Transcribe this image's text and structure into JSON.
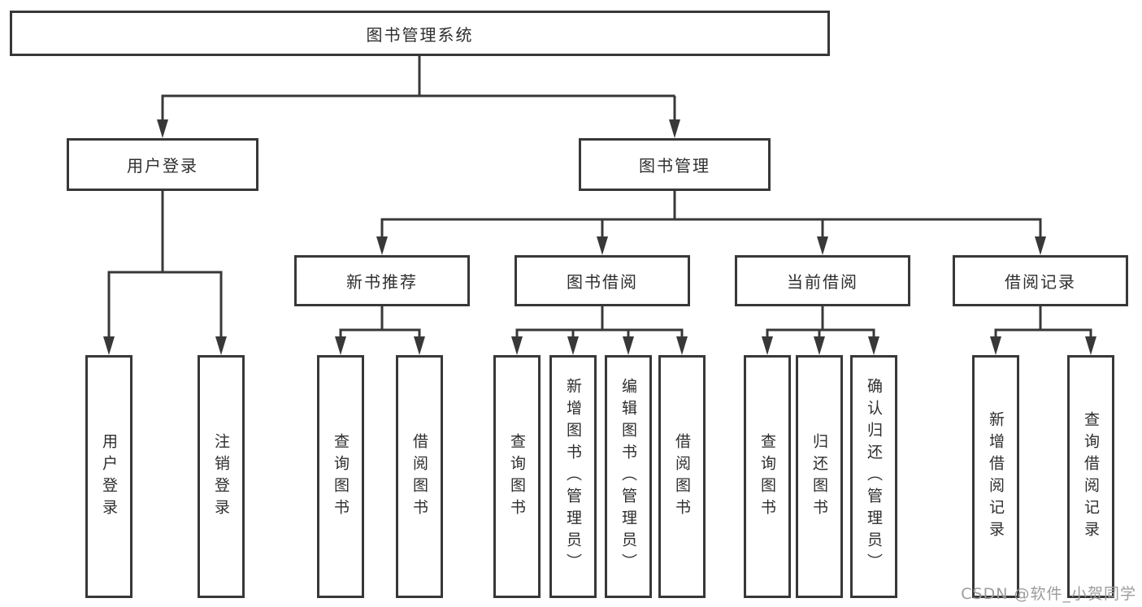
{
  "diagram_type": "hierarchy-tree",
  "tree": {
    "label": "图书管理系统",
    "children": [
      {
        "label": "用户登录",
        "children": [
          {
            "label": "用户登录"
          },
          {
            "label": "注销登录"
          }
        ]
      },
      {
        "label": "图书管理",
        "children": [
          {
            "label": "新书推荐",
            "children": [
              {
                "label": "查询图书"
              },
              {
                "label": "借阅图书"
              }
            ]
          },
          {
            "label": "图书借阅",
            "children": [
              {
                "label": "查询图书"
              },
              {
                "label": "新增图书（管理员）"
              },
              {
                "label": "编辑图书（管理员）"
              },
              {
                "label": "借阅图书"
              }
            ]
          },
          {
            "label": "当前借阅",
            "children": [
              {
                "label": "查询图书"
              },
              {
                "label": "归还图书"
              },
              {
                "label": "确认归还（管理员）"
              }
            ]
          },
          {
            "label": "借阅记录",
            "children": [
              {
                "label": "新增借阅记录"
              },
              {
                "label": "查询借阅记录"
              }
            ]
          }
        ]
      }
    ]
  },
  "watermark": {
    "text": "CSDN @软件_小贺同学"
  },
  "colors": {
    "line": "#383838",
    "box_border": "#383838",
    "box_background": "#ffffff",
    "text": "#2e2e2e",
    "watermark_text": "#9c9c9c",
    "background": "#ffffff"
  }
}
